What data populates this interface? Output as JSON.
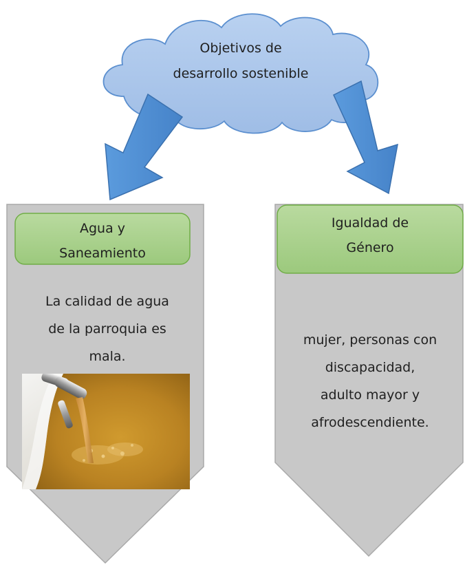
{
  "cloud": {
    "line1": "Objetivos de",
    "line2": "desarrollo sostenible"
  },
  "left_column": {
    "header_line1": "Agua y",
    "header_line2": "Saneamiento",
    "body_lines": [
      "La calidad de agua",
      "de la parroquia es",
      "mala."
    ]
  },
  "right_column": {
    "header_line1": "Igualdad de",
    "header_line2": "Género",
    "body_lines": [
      "mujer, personas con",
      "discapacidad,",
      "adulto mayor y",
      "afrodescendiente."
    ]
  },
  "colors": {
    "cloud_fill": "#A9C5EB",
    "cloud_stroke": "#5B8FCF",
    "arrow_fill": "#4F8FD6",
    "arrow_stroke": "#3A70AE",
    "chevron_fill": "#C8C8C8",
    "chevron_stroke": "#A9A9A9",
    "label_fill": "#A9D18E",
    "label_stroke": "#70AD47"
  },
  "icons": {
    "photo": "faucet-brown-water-photo"
  }
}
